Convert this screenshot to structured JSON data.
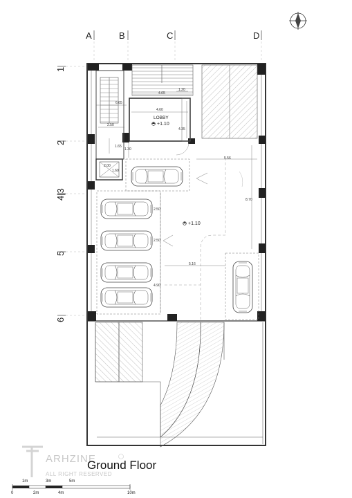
{
  "title": "Ground Floor",
  "axes": {
    "columns": [
      "A",
      "B",
      "C",
      "D"
    ],
    "rows": [
      "1",
      "2",
      "4|3",
      "5",
      "6"
    ]
  },
  "rooms": {
    "lobby": "LOBBY"
  },
  "levels": {
    "lobby": "+1.10",
    "parking": "+1.10"
  },
  "dimensions": {
    "d1": "6.65",
    "d2": "4.65",
    "d3": "1.20",
    "d4": "4.60",
    "d5": "2.50",
    "d6": "4.35",
    "d7": "1.65",
    "d8": "1.30",
    "d9": "2.00",
    "d10": "1.60",
    "d11": "5.56",
    "d12": "8.70",
    "d13": "2.50",
    "d14": "2.50",
    "d15": "5.16",
    "d16": "4.90"
  },
  "watermark": {
    "brand": "ARHZINE",
    "rights": "ALL RIGHT RESERVED"
  },
  "scale_bar": {
    "upper": [
      "1m",
      "3m",
      "5m"
    ],
    "lower": [
      "0",
      "2m",
      "4m",
      "10m"
    ]
  }
}
